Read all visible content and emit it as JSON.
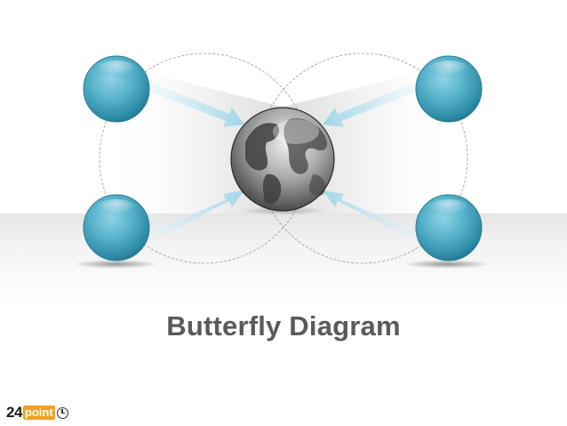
{
  "title": "Butterfly Diagram",
  "logo": {
    "number": "24",
    "word": "point"
  },
  "diagram": {
    "center": "globe",
    "nodes": [
      "top-left",
      "bottom-left",
      "top-right",
      "bottom-right"
    ],
    "colors": {
      "node": "#4aa3bf",
      "arrow": "#b9e1ee",
      "title": "#5a5a5a",
      "logo_accent": "#f0a11e"
    }
  }
}
